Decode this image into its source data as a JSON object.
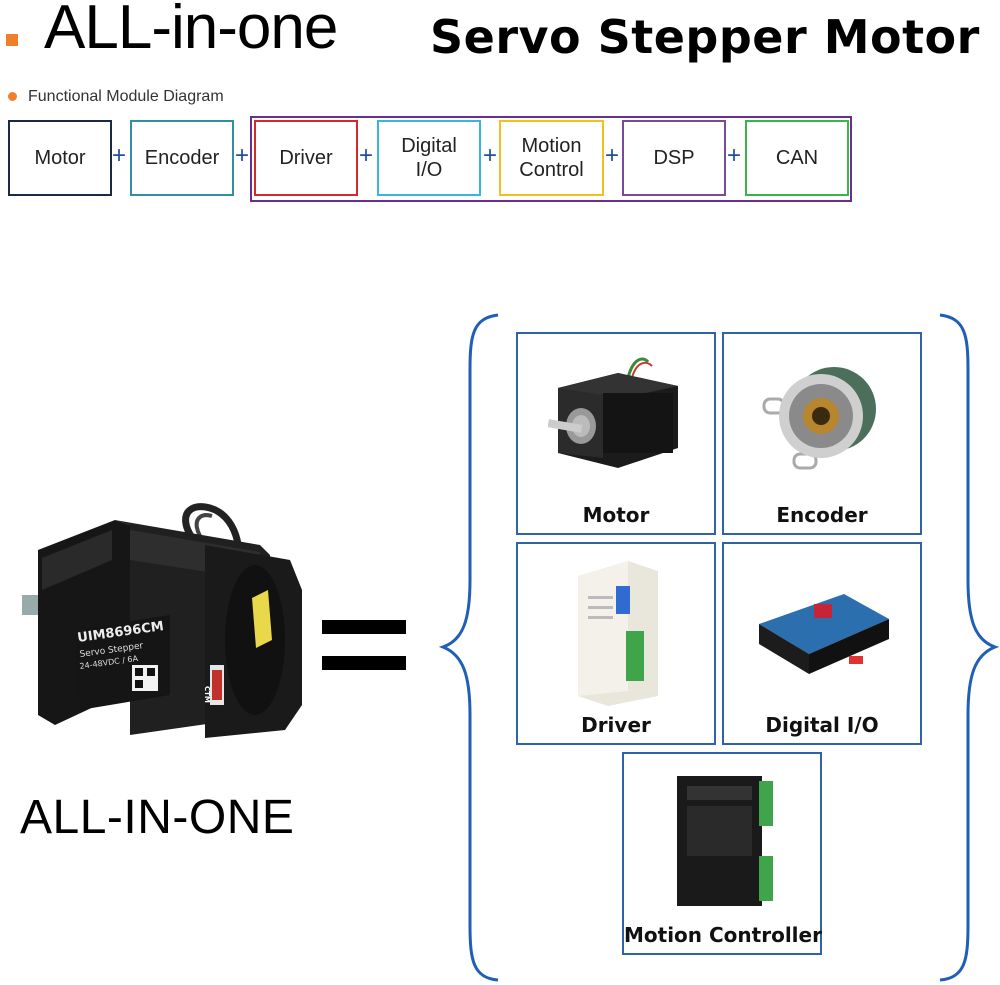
{
  "title": {
    "main": "ALL-in-one",
    "sub": "Servo Stepper Motor"
  },
  "functional_diagram": {
    "label": "Functional Module Diagram",
    "plus": "+",
    "modules": [
      {
        "label": "Motor",
        "color": "#1b2a44"
      },
      {
        "label": "Encoder",
        "color": "#2f8fa3"
      },
      {
        "label": "Driver",
        "color": "#d22b2b"
      },
      {
        "label": "Digital\nI/O",
        "color": "#38b6e0"
      },
      {
        "label": "Motion\nControl",
        "color": "#f2c21b"
      },
      {
        "label": "DSP",
        "color": "#7a4a9a"
      },
      {
        "label": "CAN",
        "color": "#3bb54a"
      }
    ],
    "group_color": "#6a2e91"
  },
  "motor_product": {
    "model": "UIM8696CM",
    "line1": "Servo Stepper",
    "line2": "24-48VDC / 6A",
    "brand": "CTM"
  },
  "allinone_label": "ALL-IN-ONE",
  "components": [
    {
      "label": "Motor",
      "icon": "stepper-motor-image"
    },
    {
      "label": "Encoder",
      "icon": "rotary-encoder-image"
    },
    {
      "label": "Driver",
      "icon": "driver-module-image"
    },
    {
      "label": "Digital I/O",
      "icon": "digital-io-module-image"
    },
    {
      "label": "Motion Controller",
      "icon": "motion-controller-image"
    }
  ],
  "colors": {
    "accent_orange": "#f07f2b",
    "brace_blue": "#1f5fb5",
    "cell_border": "#2f63a8"
  }
}
